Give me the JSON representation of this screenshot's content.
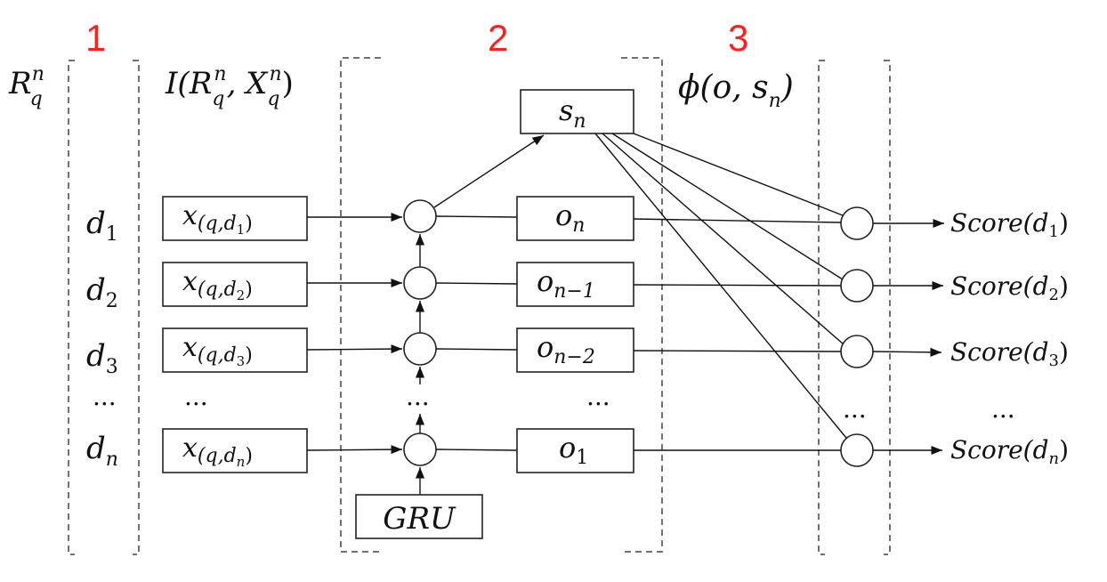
{
  "section_numbers": [
    "1",
    "2",
    "3"
  ],
  "headers": {
    "ranking": {
      "base": "R",
      "sub": "q",
      "sup": "n"
    },
    "interaction": {
      "text": "I(R",
      "sub1": "q",
      "sup1": "n",
      "mid": ", X",
      "sub2": "q",
      "sup2": "n",
      "end": ")"
    },
    "phi": {
      "text": "ϕ(o, s",
      "sub": "n",
      "end": ")"
    }
  },
  "documents": [
    {
      "base": "d",
      "sub": "1"
    },
    {
      "base": "d",
      "sub": "2"
    },
    {
      "base": "d",
      "sub": "3"
    },
    {
      "ellipsis": "..."
    },
    {
      "base": "d",
      "sub": "n"
    }
  ],
  "features": [
    {
      "base": "x",
      "sub": "(q,d",
      "subsub": "1",
      "close": ")"
    },
    {
      "base": "x",
      "sub": "(q,d",
      "subsub": "2",
      "close": ")"
    },
    {
      "base": "x",
      "sub": "(q,d",
      "subsub": "3",
      "close": ")"
    },
    {
      "ellipsis": "..."
    },
    {
      "base": "x",
      "sub": "(q,d",
      "subsub": "n",
      "close": ")"
    }
  ],
  "outputs": [
    {
      "base": "o",
      "sub": "n"
    },
    {
      "base": "o",
      "sub": "n−1"
    },
    {
      "base": "o",
      "sub": "n−2"
    },
    {
      "ellipsis": "..."
    },
    {
      "base": "o",
      "sub": "1"
    }
  ],
  "state": {
    "base": "s",
    "sub": "n"
  },
  "gru_label": "GRU",
  "gru_ellipsis": "...",
  "scorer_ellipsis": "...",
  "scores": [
    {
      "text": "Score(d",
      "sub": "1",
      "end": ")"
    },
    {
      "text": "Score(d",
      "sub": "2",
      "end": ")"
    },
    {
      "text": "Score(d",
      "sub": "3",
      "end": ")"
    },
    {
      "ellipsis": "..."
    },
    {
      "text": "Score(d",
      "sub": "n",
      "end": ")"
    }
  ],
  "colors": {
    "section_number": "#ff2020",
    "stroke": "#111111"
  }
}
